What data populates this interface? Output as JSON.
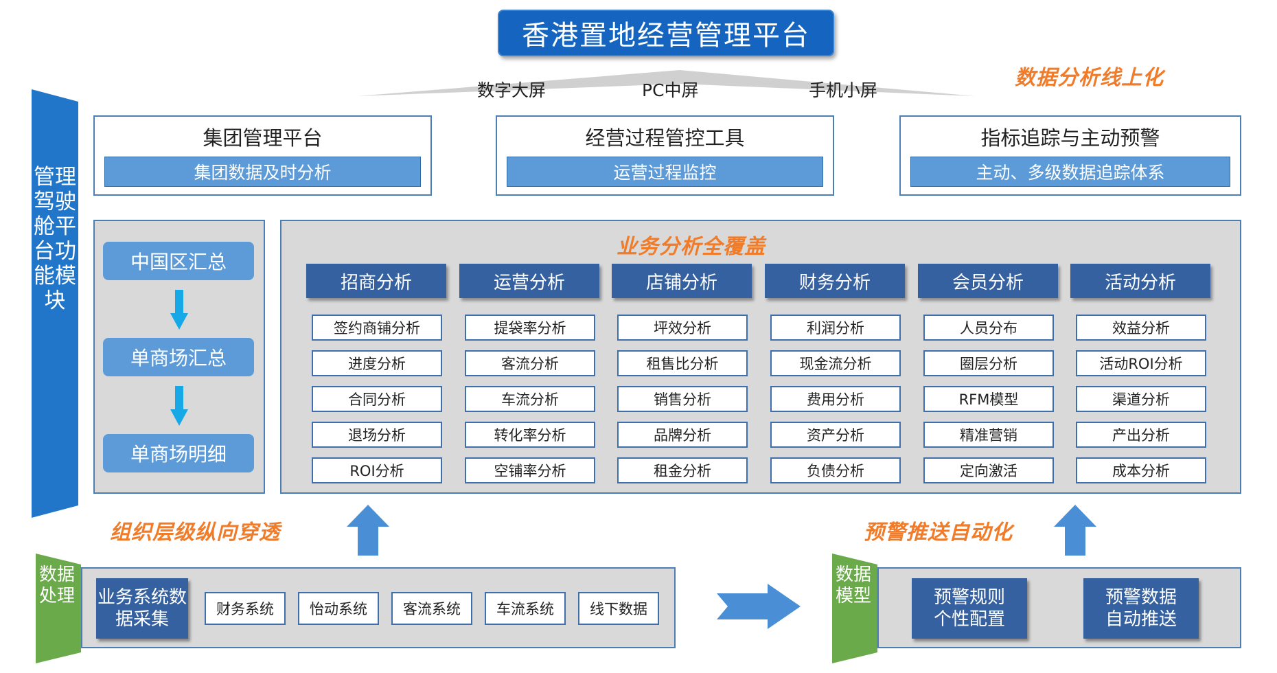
{
  "title": "香港置地经营管理平台",
  "labels": {
    "online": "数据分析线上化",
    "coverage": "业务分析全覆盖",
    "org": "组织层级纵向穿透",
    "alert": "预警推送自动化"
  },
  "screens": [
    "数字大屏",
    "PC中屏",
    "手机小屏"
  ],
  "platforms": [
    {
      "title": "集团管理平台",
      "bar": "集团数据及时分析"
    },
    {
      "title": "经营过程管控工具",
      "bar": "运营过程监控"
    },
    {
      "title": "指标追踪与主动预警",
      "bar": "主动、多级数据追踪体系"
    }
  ],
  "cockpit": "管理驾驶舱平台功能模块",
  "hierarchy": [
    "中国区汇总",
    "单商场汇总",
    "单商场明细"
  ],
  "categories": [
    {
      "name": "招商分析",
      "items": [
        "签约商铺分析",
        "进度分析",
        "合同分析",
        "退场分析",
        "ROI分析"
      ]
    },
    {
      "name": "运营分析",
      "items": [
        "提袋率分析",
        "客流分析",
        "车流分析",
        "转化率分析",
        "空铺率分析"
      ]
    },
    {
      "name": "店铺分析",
      "items": [
        "坪效分析",
        "租售比分析",
        "销售分析",
        "品牌分析",
        "租金分析"
      ]
    },
    {
      "name": "财务分析",
      "items": [
        "利润分析",
        "现金流分析",
        "费用分析",
        "资产分析",
        "负债分析"
      ]
    },
    {
      "name": "会员分析",
      "items": [
        "人员分布",
        "圈层分析",
        "RFM模型",
        "精准营销",
        "定向激活"
      ]
    },
    {
      "name": "活动分析",
      "items": [
        "效益分析",
        "活动ROI分析",
        "渠道分析",
        "产出分析",
        "成本分析"
      ]
    }
  ],
  "data_processing": {
    "label": "数据处理",
    "collector": "业务系统数据采集",
    "systems": [
      "财务系统",
      "怡动系统",
      "客流系统",
      "车流系统",
      "线下数据"
    ]
  },
  "data_model": {
    "label": "数据模型",
    "rules": "预警规则个性配置",
    "push": "预警数据自动推送"
  },
  "colors": {
    "title_blue": "#1565c0",
    "light_blue": "#5c9bd8",
    "dark_blue": "#3561a0",
    "orange": "#f07c2a",
    "green": "#6aaa4a",
    "panel_gray": "#d9d9d9"
  }
}
